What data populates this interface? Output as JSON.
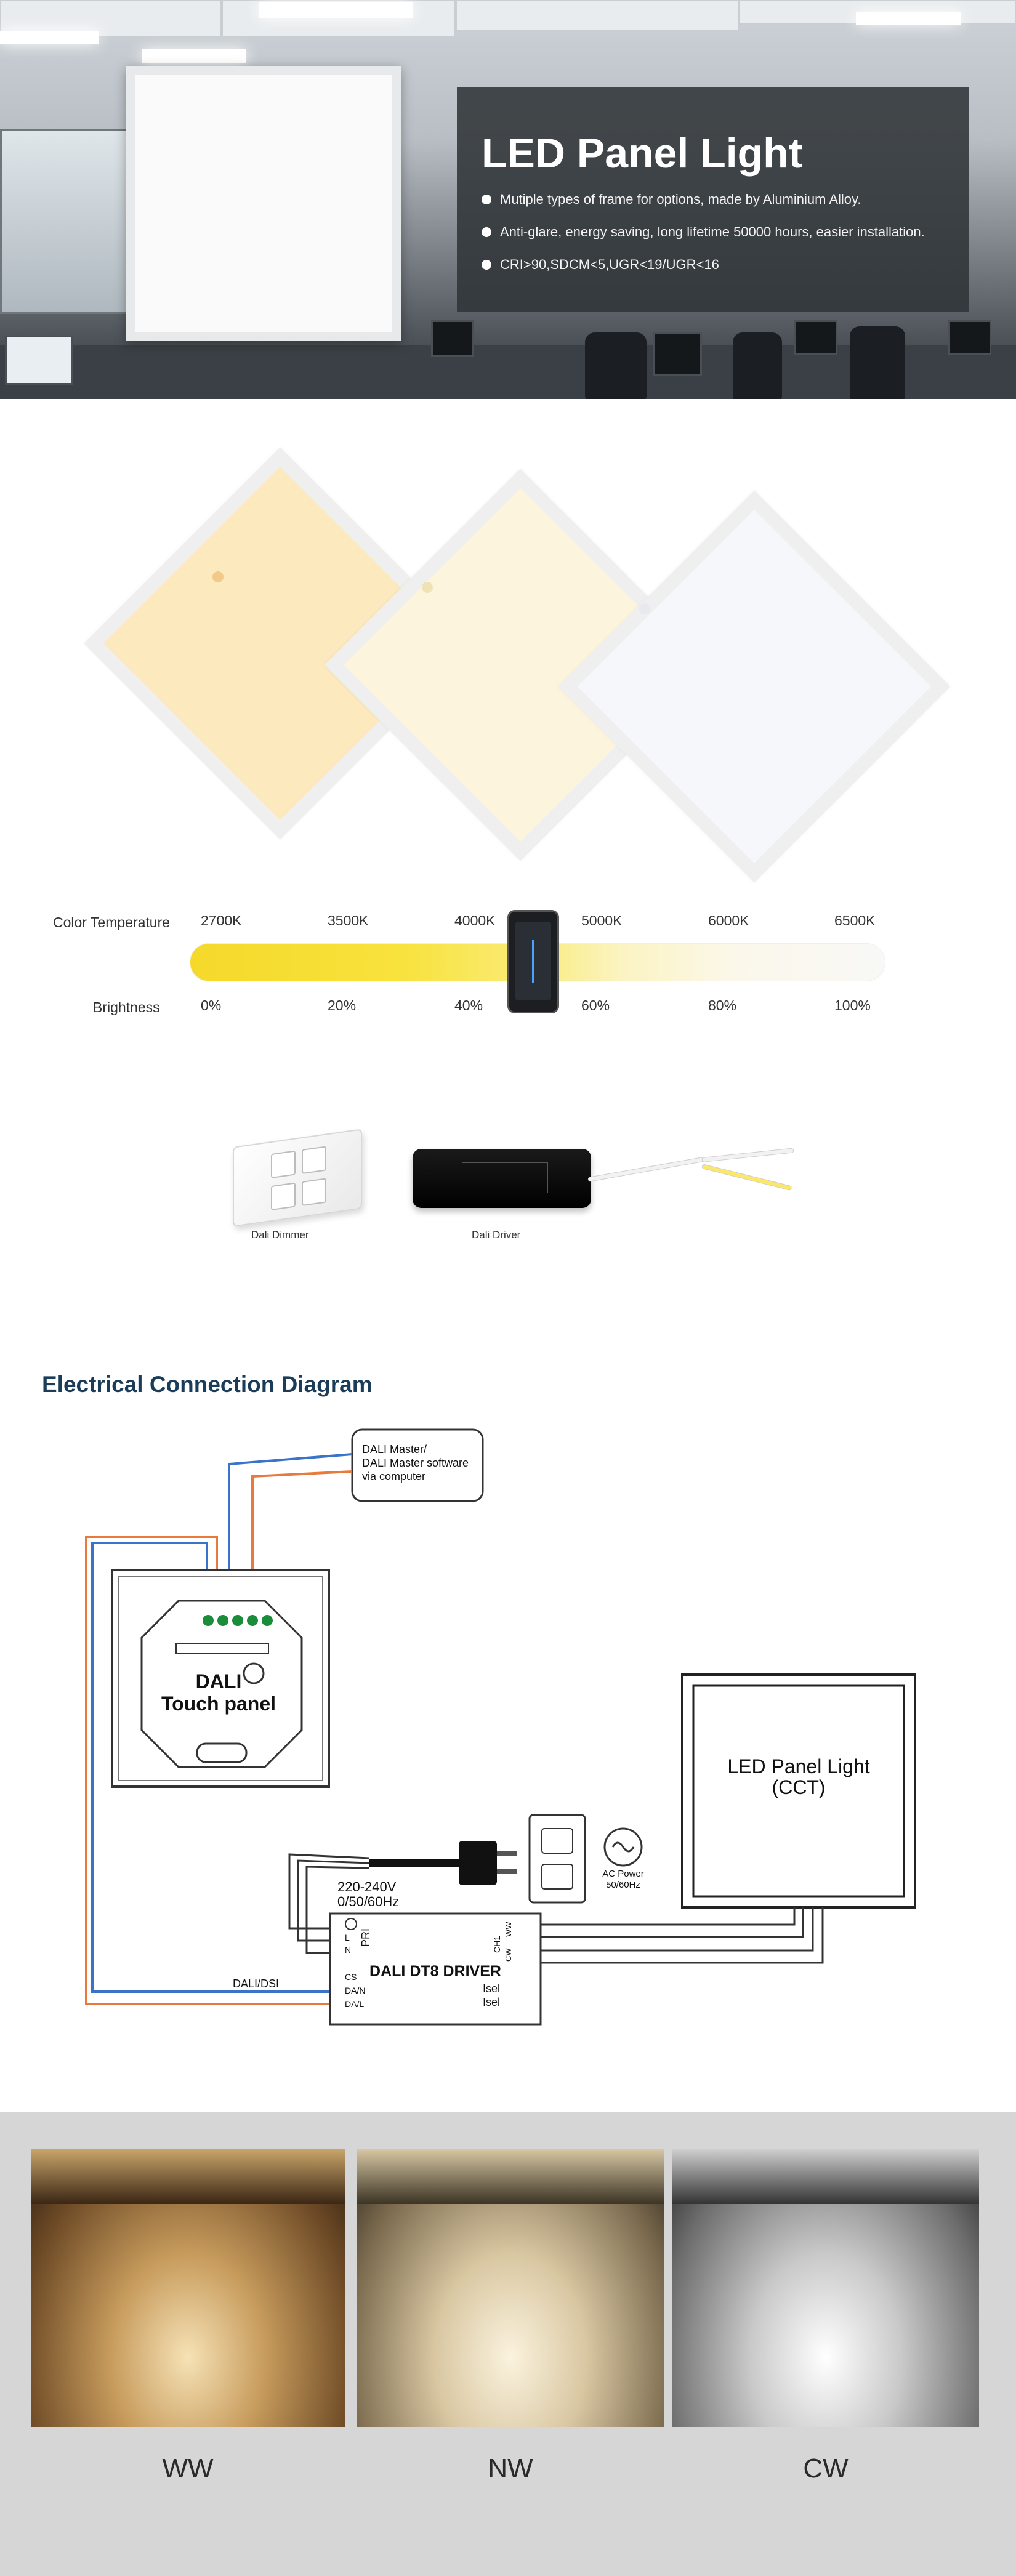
{
  "hero": {
    "title": "LED Panel Light",
    "bullets": [
      "Mutiple types of frame for options, made by Aluminium Alloy.",
      "Anti-glare, energy saving, long lifetime 50000 hours, easier installation.",
      "CRI>90,SDCM<5,UGR<19/UGR<16"
    ]
  },
  "panels": {
    "colors": [
      "#fde9be",
      "#fcf4dc",
      "#f6f7fb"
    ]
  },
  "cct_scale": {
    "color_temperature_label": "Color Temperature",
    "brightness_label": "Brightness",
    "temperatures": [
      "2700K",
      "3500K",
      "4000K",
      "5000K",
      "6000K",
      "6500K"
    ],
    "brightness": [
      "0%",
      "20%",
      "40%",
      "60%",
      "80%",
      "100%"
    ]
  },
  "products": {
    "dimmer_caption": "Dali Dimmer",
    "driver_caption": "Dali Driver"
  },
  "diagram": {
    "title": "Electrical Connection Diagram",
    "master_box": [
      "DALI Master/",
      "DALI Master software",
      "via computer"
    ],
    "touch_panel": [
      "DALI",
      "Touch panel"
    ],
    "led_panel": [
      "LED Panel Light",
      "(CCT)"
    ],
    "ac_power": [
      "AC Power",
      "50/60Hz"
    ],
    "voltage": [
      "220-240V",
      "0/50/60Hz"
    ],
    "driver_name": "DALI DT8 DRIVER",
    "pri_label": "PRI",
    "pins_left": [
      "L",
      "N",
      "CS",
      "DA/N",
      "DA/L"
    ],
    "pins_right": [
      "WW",
      "CH1",
      "CW",
      "Isel",
      "Isel"
    ],
    "dali_dsi": "DALI/DSI"
  },
  "color_modes": {
    "labels": [
      "WW",
      "NW",
      "CW"
    ]
  }
}
